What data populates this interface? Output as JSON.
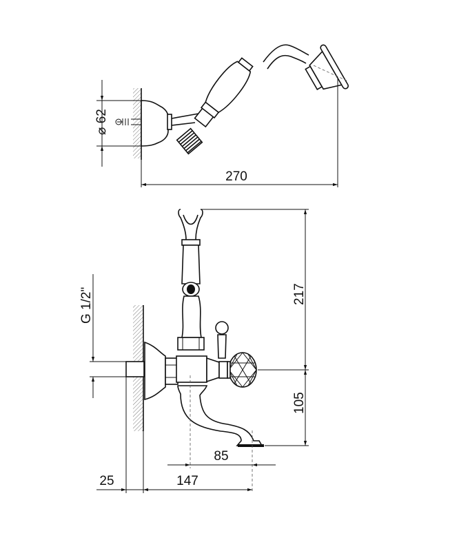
{
  "drawing": {
    "top_view": {
      "diameter_symbol": "⌀",
      "diameter_label": "62",
      "length_label": "270"
    },
    "front_view": {
      "height_upper_label": "217",
      "height_lower_label": "105",
      "spout_offset_label": "85",
      "projection_label": "147",
      "inlet_label": "25",
      "thread_label": "G 1/2\""
    }
  }
}
